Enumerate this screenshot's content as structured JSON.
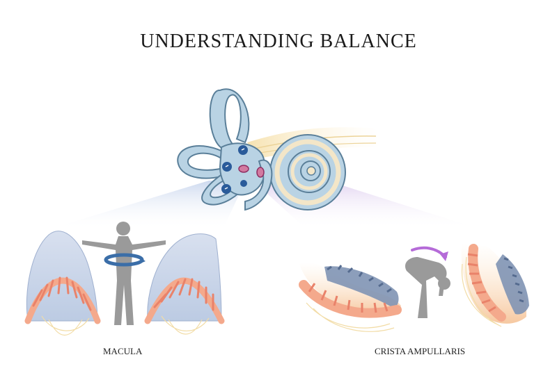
{
  "title": "UNDERSTANDING BALANCE",
  "labels": {
    "macula": "MACULA",
    "crista": "CRISTA AMPULLARIS"
  },
  "colors": {
    "labyrinth_fill": "#b9d3e4",
    "labyrinth_outline": "#5a7f99",
    "cochlea_inner": "#f3e6c8",
    "hair_cell": "#f4a98c",
    "otolith_membrane": "#c8d2e6",
    "otoconia": "#7f93b4",
    "nerve": "#f2dca6",
    "figure": "#9a9a9a",
    "belt": "#3b6ea8",
    "arrow": "#b56bd8",
    "beam_left": "#b7c7e6",
    "beam_right": "#d9c7ea"
  },
  "icons": [
    "inner-ear-illustration",
    "human-figure-icon",
    "bending-figure-icon",
    "rotation-arrow-icon"
  ]
}
